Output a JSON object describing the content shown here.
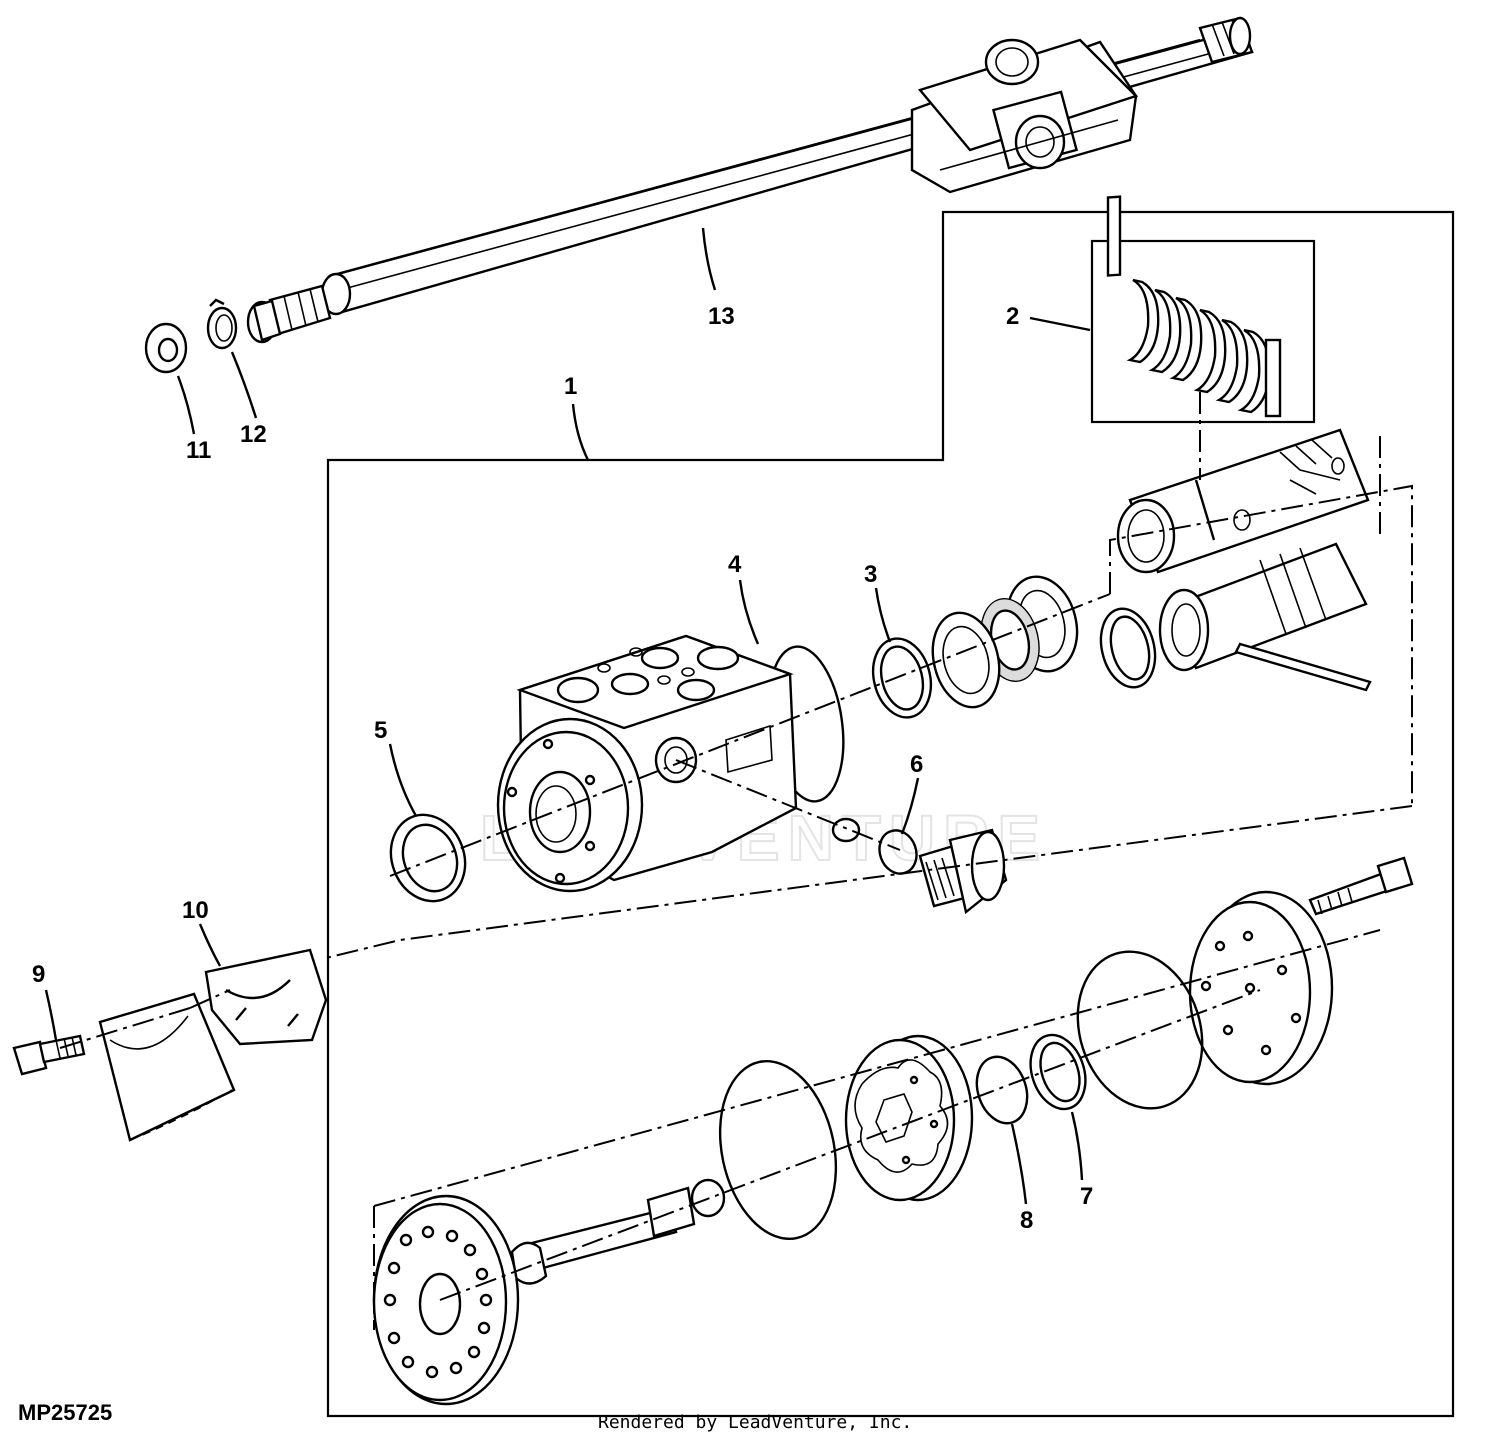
{
  "diagram": {
    "reference_code": "MP25725",
    "credit": "Rendered by LeadVenture, Inc.",
    "watermark": "LEADVENTURE",
    "callouts": [
      {
        "id": "c1",
        "label": "1"
      },
      {
        "id": "c2",
        "label": "2"
      },
      {
        "id": "c3",
        "label": "3"
      },
      {
        "id": "c4",
        "label": "4"
      },
      {
        "id": "c5",
        "label": "5"
      },
      {
        "id": "c6",
        "label": "6"
      },
      {
        "id": "c7",
        "label": "7"
      },
      {
        "id": "c8",
        "label": "8"
      },
      {
        "id": "c9",
        "label": "9"
      },
      {
        "id": "c10",
        "label": "10"
      },
      {
        "id": "c11",
        "label": "11"
      },
      {
        "id": "c12",
        "label": "12"
      },
      {
        "id": "c13",
        "label": "13"
      }
    ]
  }
}
